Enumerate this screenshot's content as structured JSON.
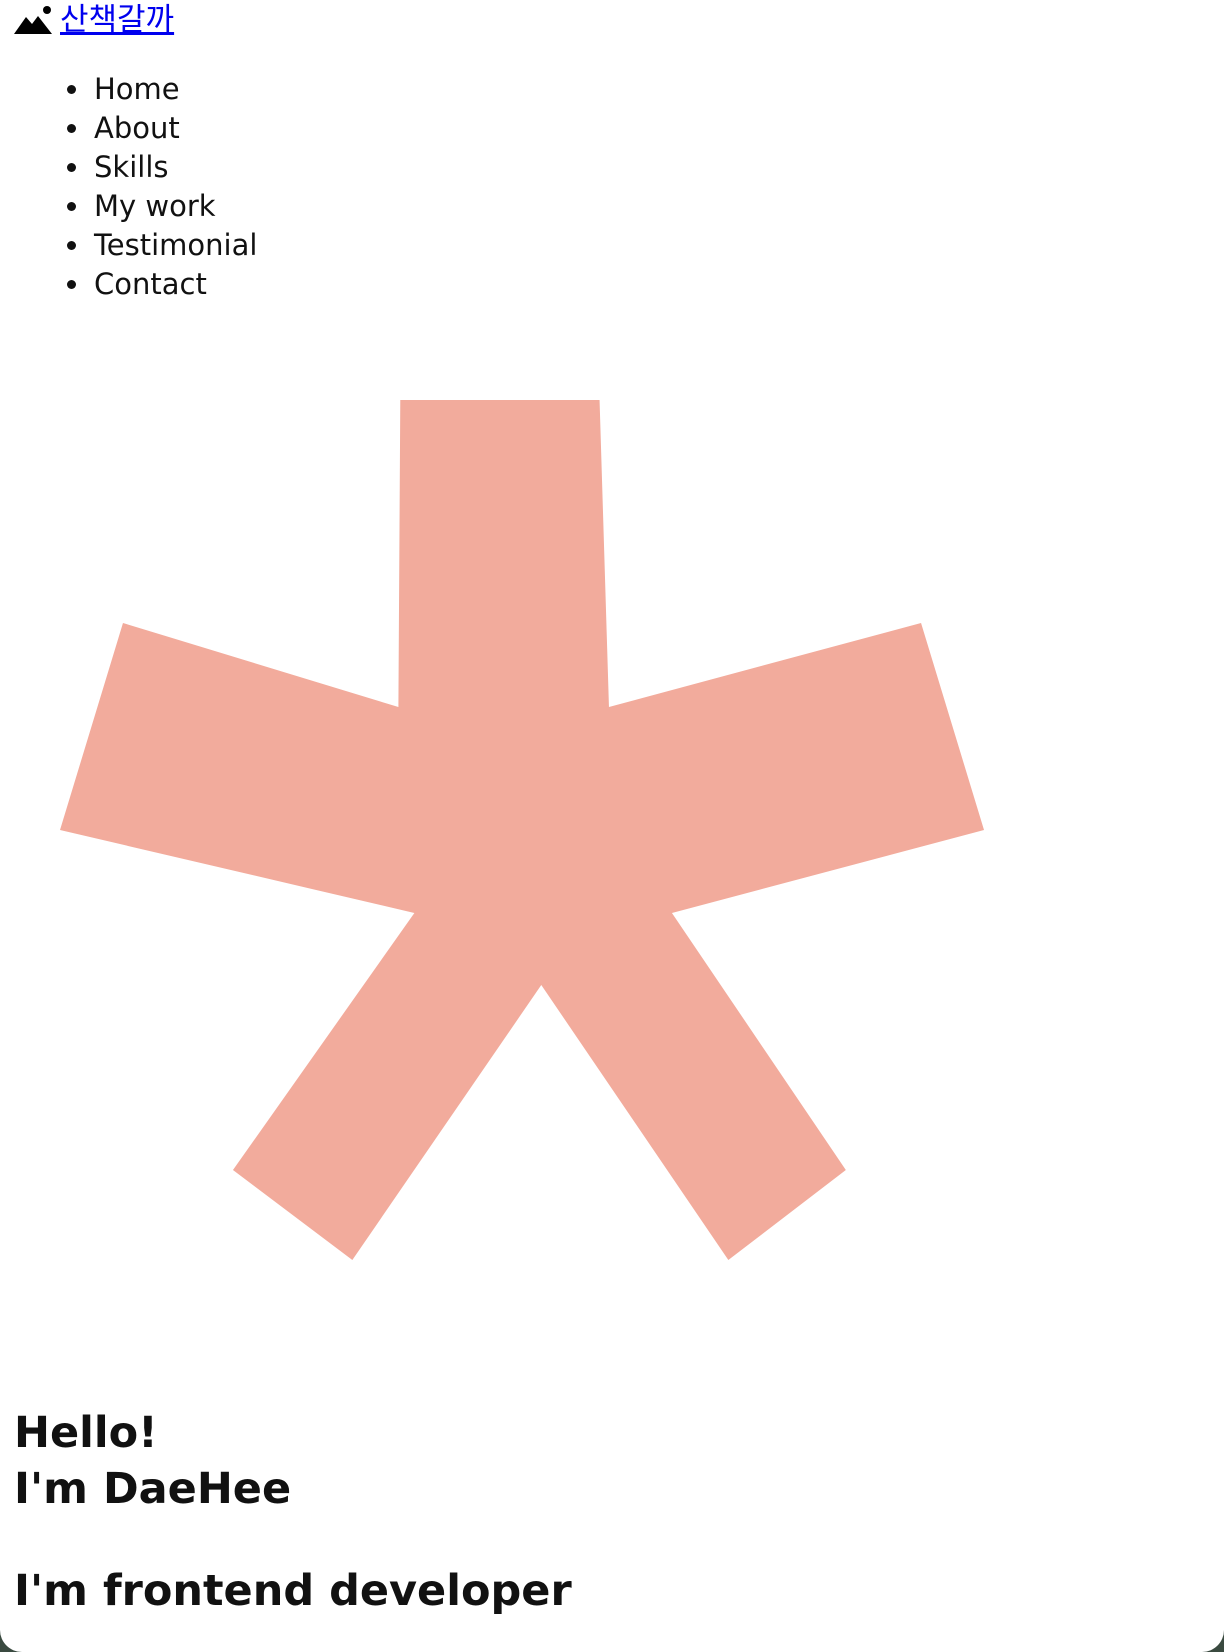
{
  "header": {
    "logo_icon": "mountain-sun-icon",
    "logo_text": "산책갈까"
  },
  "nav": {
    "items": [
      {
        "label": "Home"
      },
      {
        "label": "About"
      },
      {
        "label": "Skills"
      },
      {
        "label": "My work"
      },
      {
        "label": "Testimonial"
      },
      {
        "label": "Contact"
      }
    ]
  },
  "hero": {
    "illustration": "asterisk-star-icon",
    "illustration_color": "#f2ab9c",
    "greeting_line1": "Hello!",
    "greeting_line2": "I'm DaeHee",
    "subtitle": "I'm frontend developer"
  },
  "colors": {
    "link": "#0000ee",
    "text": "#111111",
    "background": "#ffffff",
    "outer_frame": "#3a4a40"
  }
}
